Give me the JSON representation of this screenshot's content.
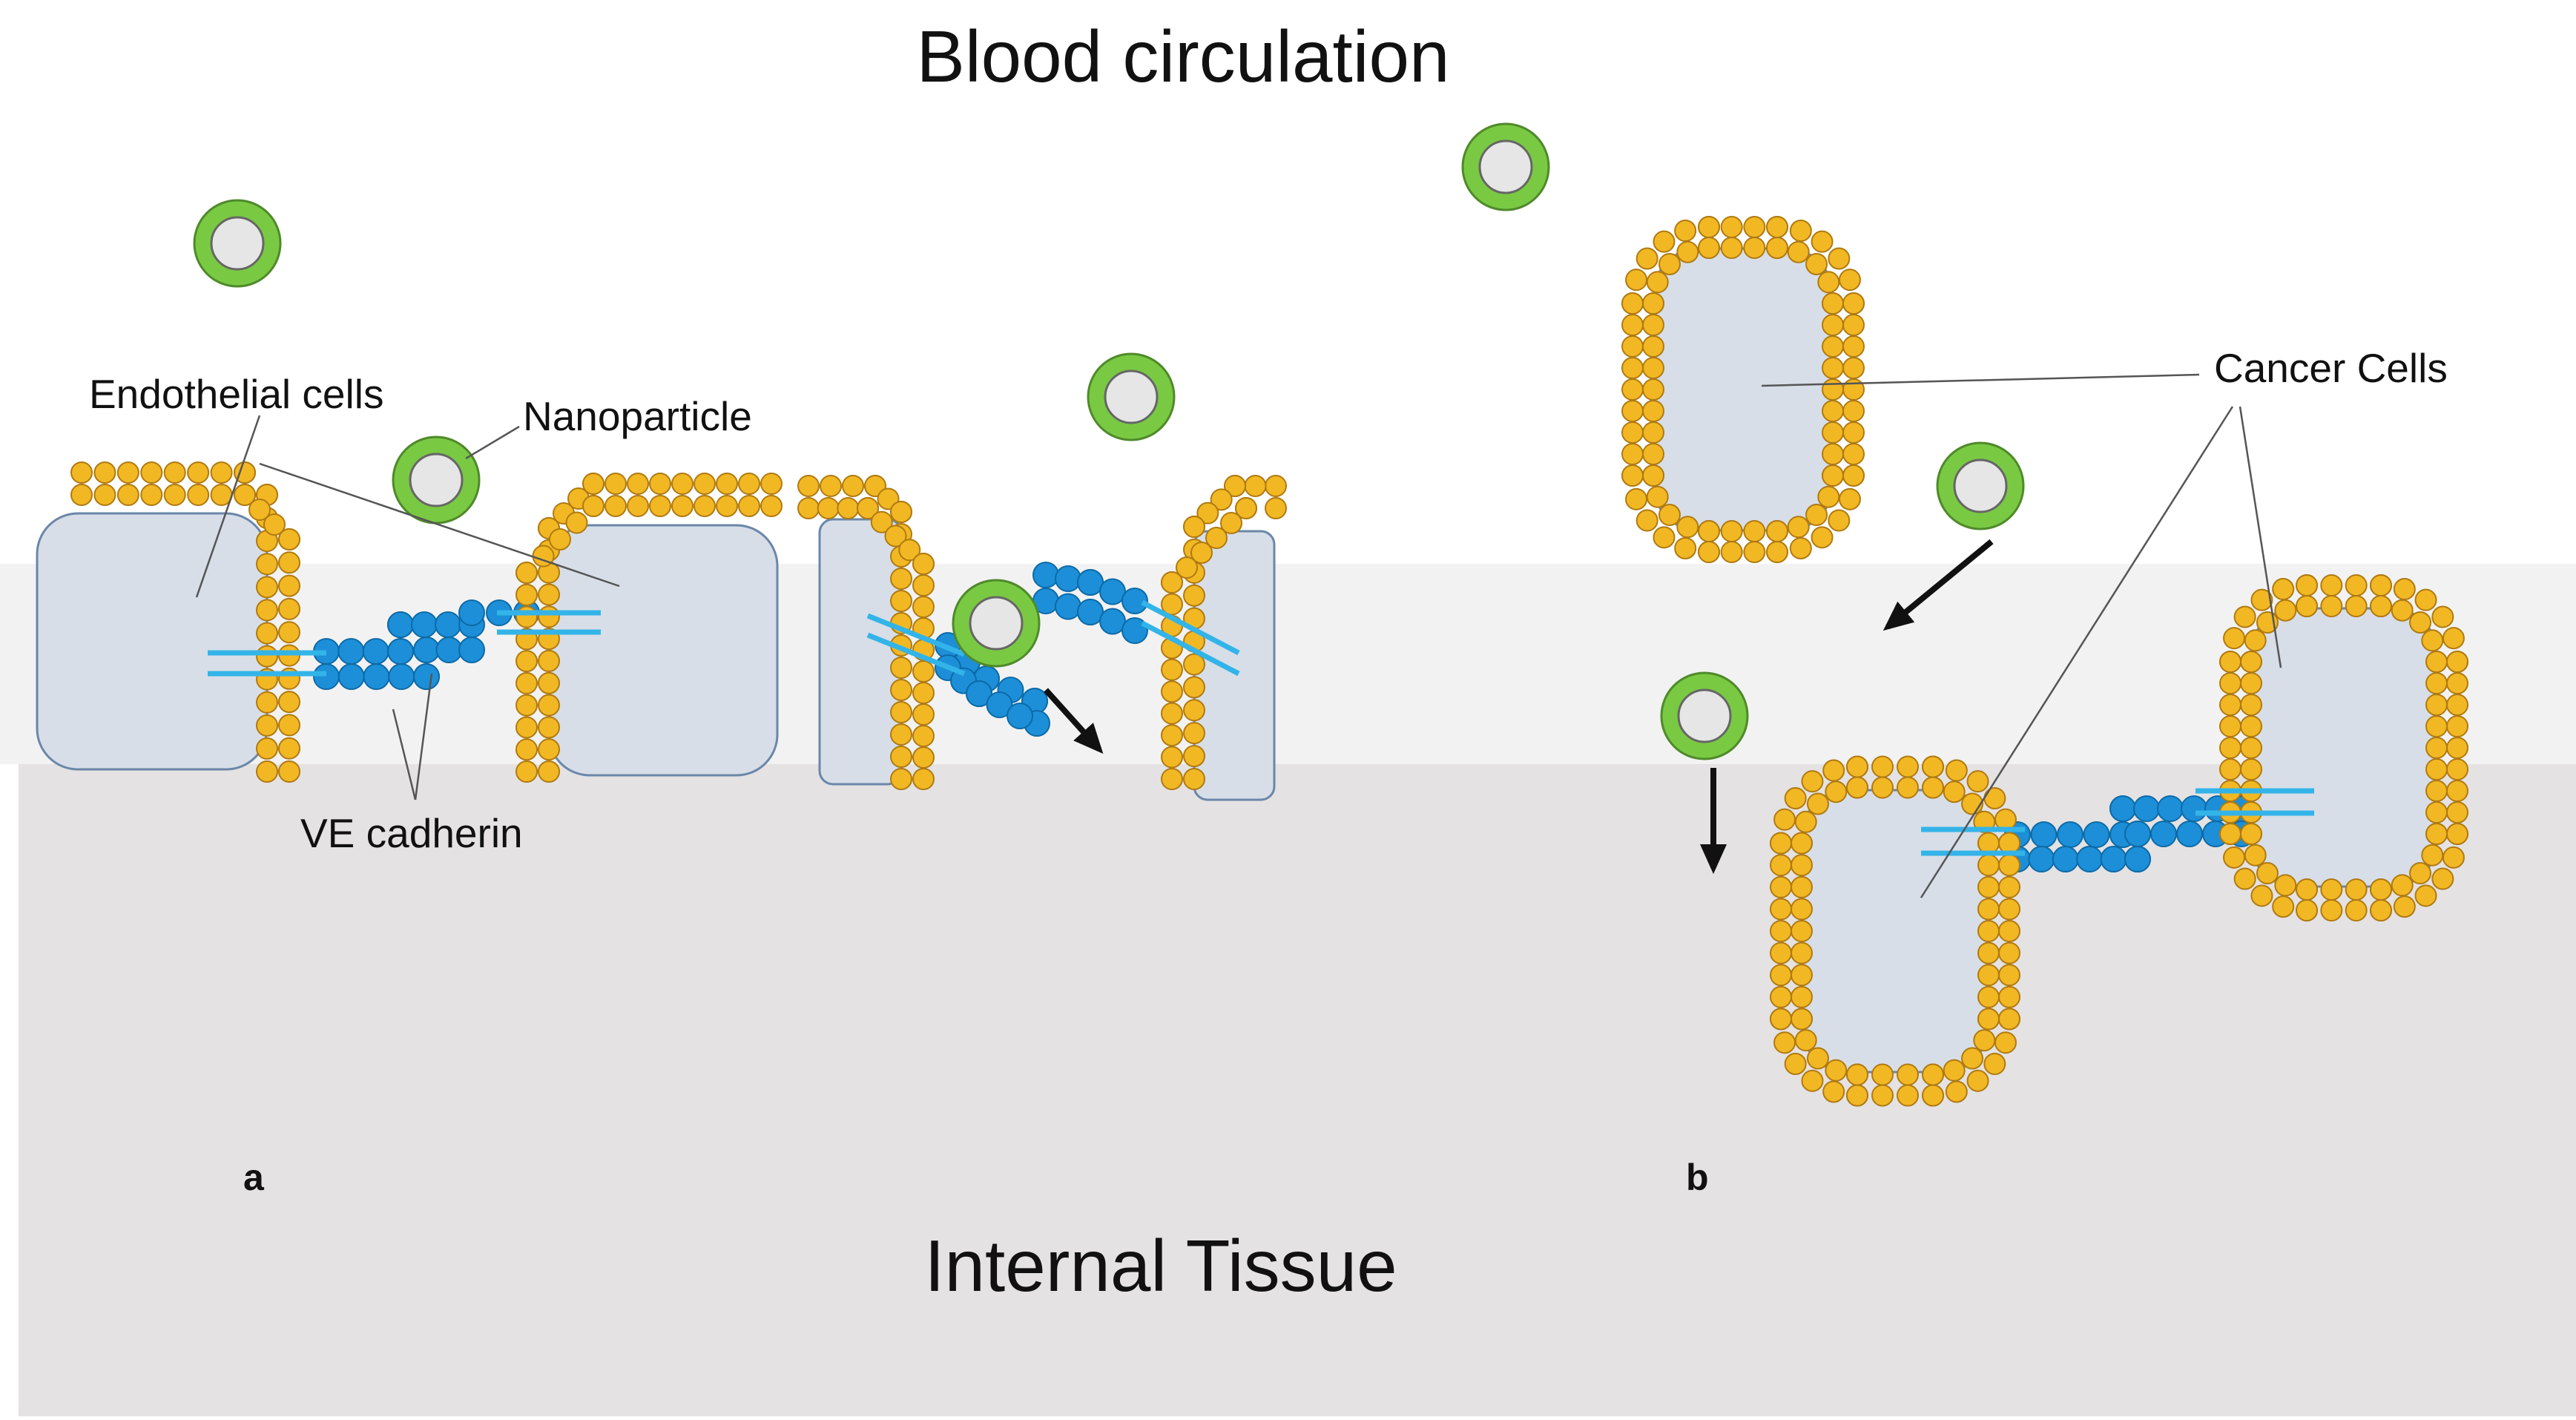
{
  "title_top": "Blood circulation",
  "title_bottom": "Internal Tissue",
  "labels": {
    "endothelial": "Endothelial cells",
    "nanoparticle": "Nanoparticle",
    "ve_cadherin": "VE cadherin",
    "cancer": "Cancer Cells"
  },
  "panels": {
    "a": "a",
    "b": "b"
  },
  "colors": {
    "cell_fill": "#d7dee8",
    "cell_stroke": "#6b87a8",
    "lipid": "#f2b824",
    "lipid_stroke": "#b07a10",
    "cadherin_bead": "#1c8fd8",
    "cadherin_line": "#33b4e8",
    "np_ring": "#7ac943",
    "np_core": "#e6e6e6",
    "tissue": "#e4e2e3",
    "junction_band": "#f2f2f2"
  },
  "icons": [
    "nanoparticle-icon",
    "arrow-icon"
  ]
}
